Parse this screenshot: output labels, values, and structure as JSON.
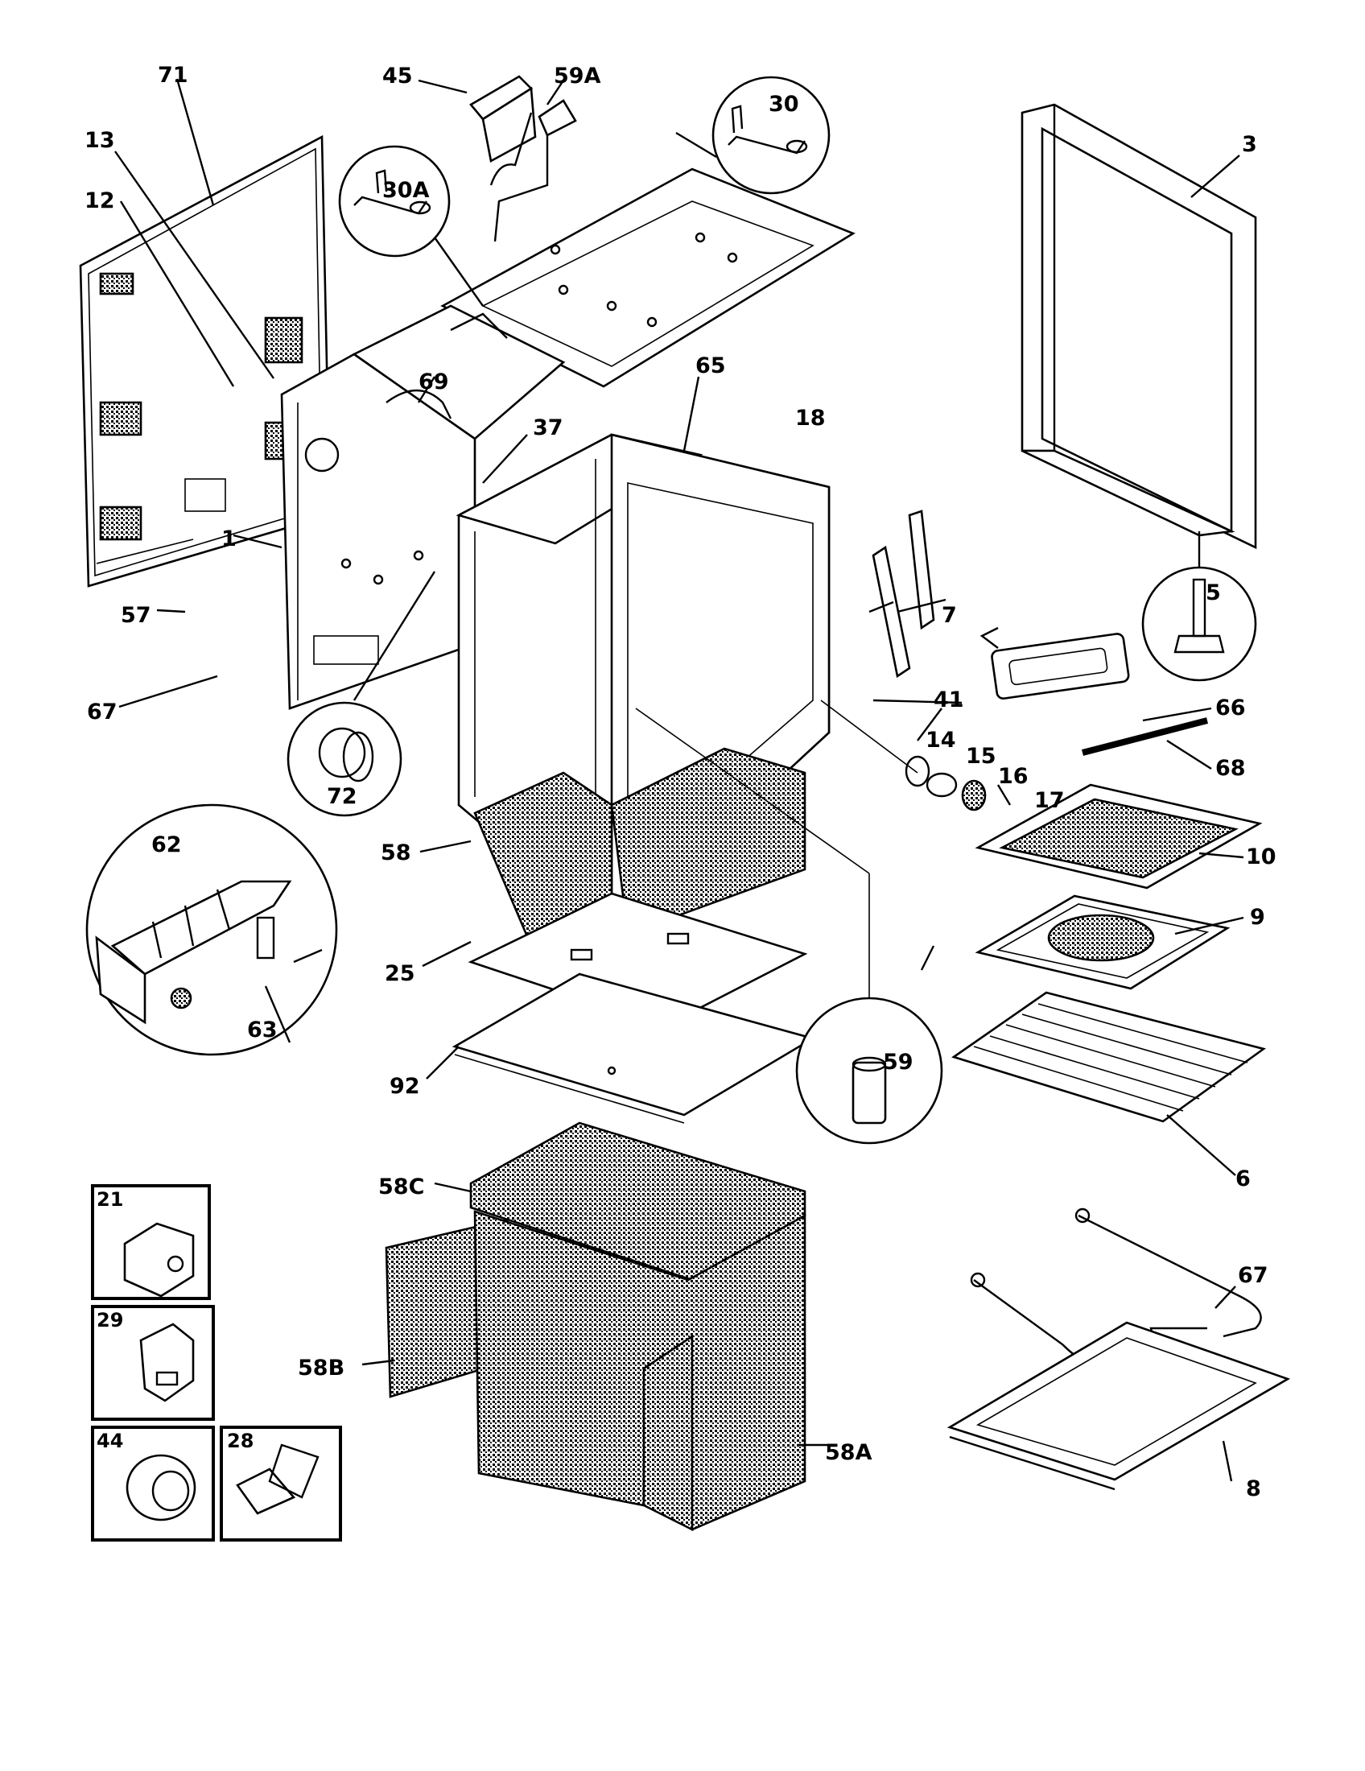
{
  "labels": {
    "l71": "71",
    "l13": "13",
    "l12": "12",
    "l45": "45",
    "l59a_top": "59A",
    "l30": "30",
    "l30a": "30A",
    "l69": "69",
    "l65": "65",
    "l18": "18",
    "l37": "37",
    "l3": "3",
    "l1": "1",
    "l57": "57",
    "l67_left": "67",
    "l72": "72",
    "l5": "5",
    "l7": "7",
    "l41": "41",
    "l66": "66",
    "l68": "68",
    "l14": "14",
    "l15": "15",
    "l16": "16",
    "l17": "17",
    "l10": "10",
    "l9": "9",
    "l62": "62",
    "l63": "63",
    "l58": "58",
    "l25": "25",
    "l92": "92",
    "l59": "59",
    "l6": "6",
    "l58c": "58C",
    "l58b": "58B",
    "l58a": "58A",
    "l67_right": "67",
    "l8": "8",
    "l21": "21",
    "l29": "29",
    "l44": "44",
    "l28": "28"
  }
}
